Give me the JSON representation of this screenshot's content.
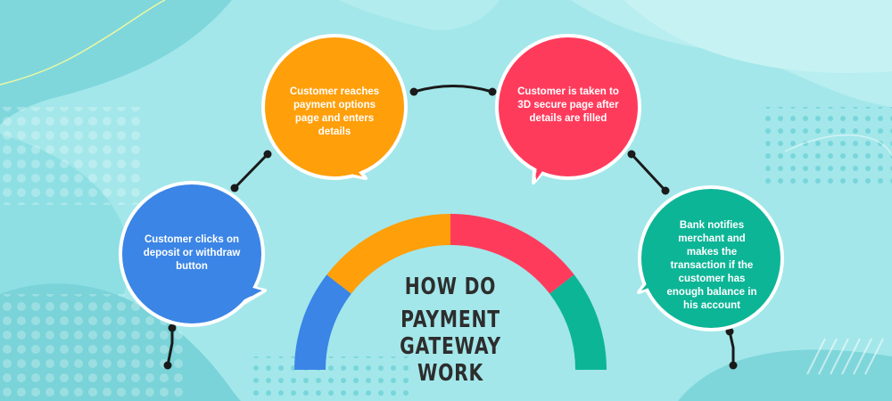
{
  "title": {
    "line1": "HOW DO",
    "line2": "PAYMENT GATEWAY WORK"
  },
  "steps": [
    {
      "text": "Customer clicks on deposit or withdraw button",
      "color": "#3b85e6"
    },
    {
      "text": "Customer reaches payment options page and enters details",
      "color": "#ff9f0a"
    },
    {
      "text": "Customer is taken to 3D secure page after details  are filled",
      "color": "#ff3b5c"
    },
    {
      "text": "Bank notifies merchant and makes the transaction if the customer has enough balance in his account",
      "color": "#0db597"
    }
  ],
  "colors": {
    "background": "#9fe6ea",
    "blue": "#3b85e6",
    "orange": "#ff9f0a",
    "red": "#ff3b5c",
    "teal": "#0db597",
    "connector": "#1a1a1a"
  }
}
